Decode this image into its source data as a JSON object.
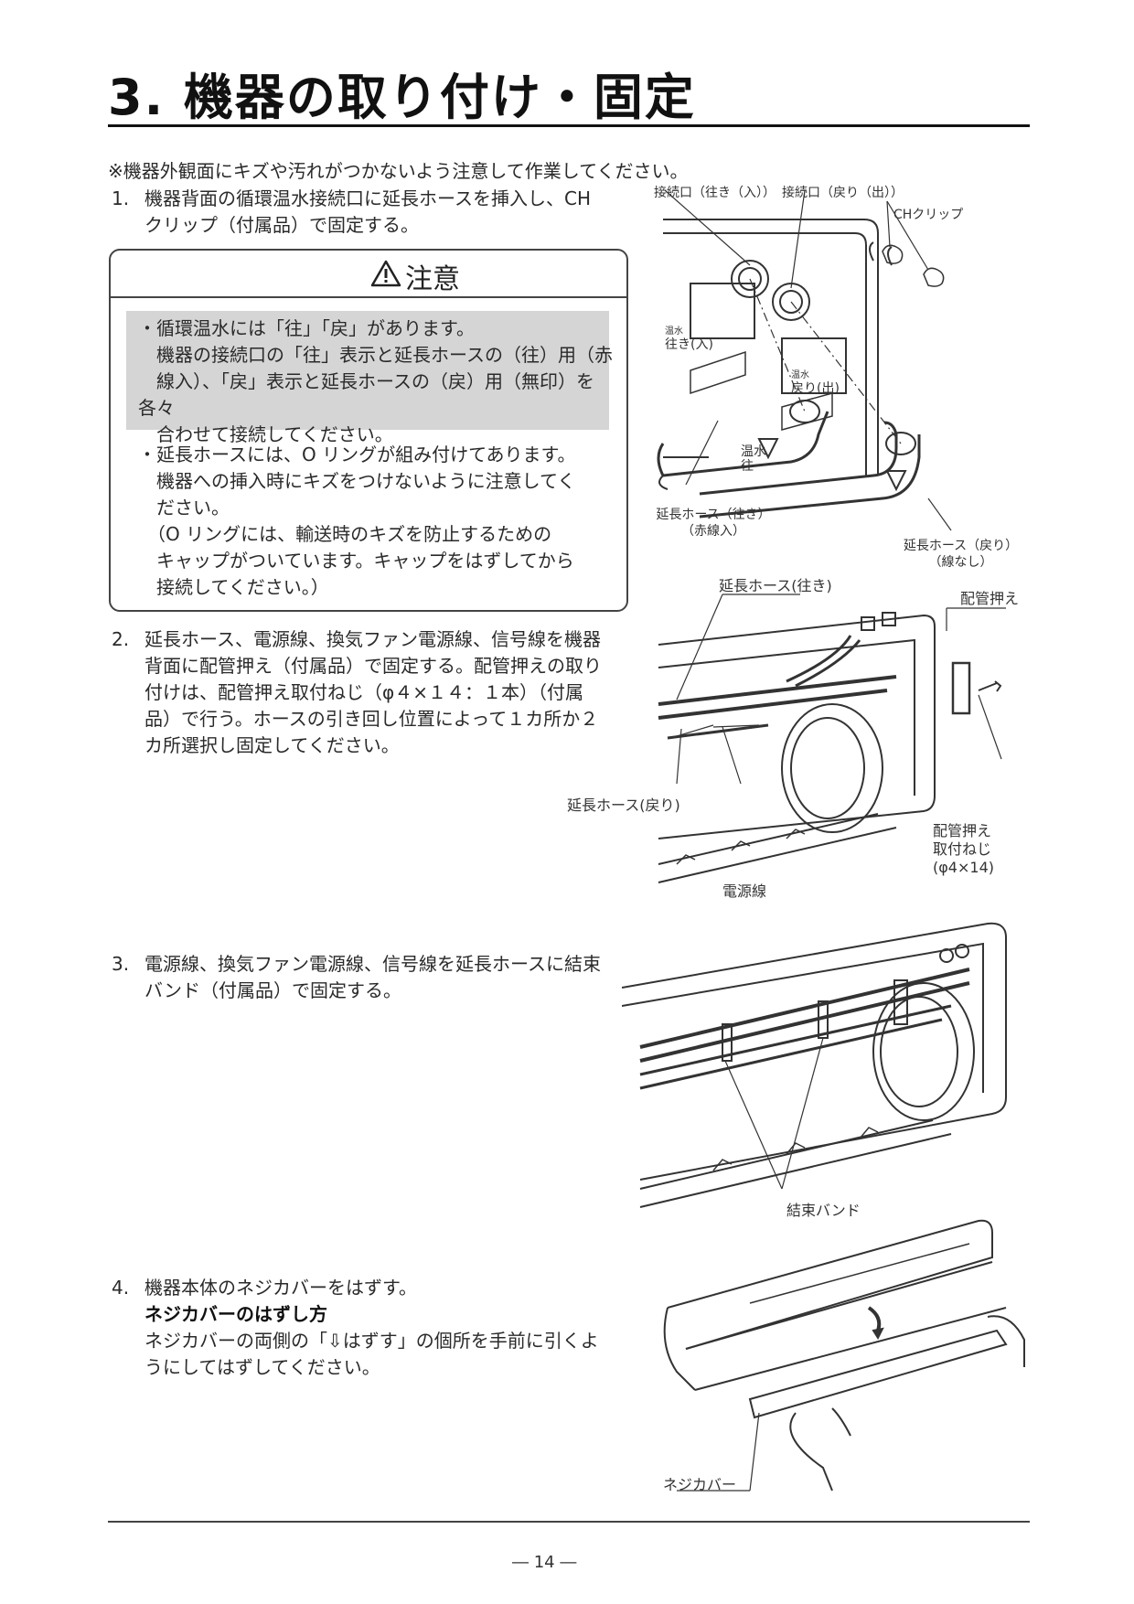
{
  "title": "3.  機器の取り付け・固定",
  "note": "※機器外観面にキズや汚れがつかないよう注意して作業してください。",
  "steps": [
    {
      "num": "1.",
      "text": "機器背面の循環温水接続口に延長ホースを挿入し、CH\nクリップ（付属品）で固定する。"
    },
    {
      "num": "2.",
      "text": "延長ホース、電源線、換気ファン電源線、信号線を機器\n背面に配管押え（付属品）で固定する。配管押えの取り\n付けは、配管押え取付ねじ（φ４×１４：１本）（付属\n品）で行う。ホースの引き回し位置によって１カ所か２\nカ所選択し固定してください。"
    },
    {
      "num": "3.",
      "text": "電源線、換気ファン電源線、信号線を延長ホースに結束\nバンド（付属品）で固定する。"
    },
    {
      "num": "4.",
      "text": "機器本体のネジカバーをはずす。"
    }
  ],
  "step4_subhead": "ネジカバーのはずし方",
  "step4_detail": "ネジカバーの両側の「⇩はずす」の個所を手前に引くよ\nうにしてはずしてください。",
  "caution": {
    "title": "注意",
    "bullet1": "・循環温水には「往」「戻」があります。\n　機器の接続口の「往」表示と延長ホースの（往）用（赤\n　線入）、「戻」表示と延長ホースの（戻）用（無印）を各々\n　合わせて接続してください。",
    "bullet2": "・延長ホースには、O リングが組み付けてあります。\n　機器への挿入時にキズをつけないように注意してく\n　ださい。\n　（O リングには、輸送時のキズを防止するための\n　キャップがついています。キャップをはずしてから\n　接続してください。）"
  },
  "fig1": {
    "port_out": "接続口（往き（入））",
    "port_ret": "接続口（戻り（出））",
    "ch_clip": "CHクリップ",
    "mark_out_small": "温水",
    "mark_out": "往き(入)",
    "mark_ret_small": "温水",
    "mark_ret": "戻り(出)",
    "hose_mark": "温水\n往",
    "hose_out": "延長ホース（往き）\n（赤線入）",
    "hose_ret": "延長ホース（戻り）\n（線なし）"
  },
  "fig2": {
    "hose_out": "延長ホース(往き)",
    "clamp": "配管押え",
    "hose_ret": "延長ホース(戻り)",
    "screw": "配管押え\n取付ねじ\n(φ4×14)",
    "power": "電源線"
  },
  "fig3": {
    "band": "結束バンド"
  },
  "fig4": {
    "cover": "ネジカバー"
  },
  "page": "― 14 ―"
}
